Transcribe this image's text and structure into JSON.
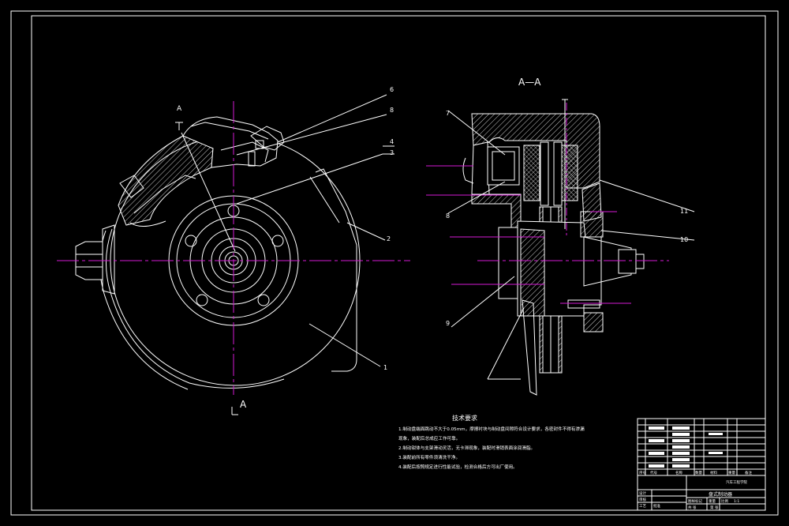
{
  "drawing": {
    "section_title": "A—A",
    "section_mark": "A",
    "section_mark_top": "A",
    "balloons": [
      "6",
      "8",
      "4",
      "3",
      "2",
      "1",
      "7",
      "8",
      "9",
      "11",
      "10"
    ],
    "colors": {
      "background": "#000000",
      "lines": "#ffffff",
      "center_lines": "#d41ad4"
    }
  },
  "tech_requirements": {
    "heading": "技术要求",
    "items": [
      "1.制动盘端面跳动不大于0.05mm，摩擦衬块与制动盘间隙符合设计要求，各密封件不得有渗漏",
      "现象，装配后总成应工作可靠。",
      "2.制动钳体与支架滑动灵活，无卡滞现象，装配时滑销表面涂润滑脂。",
      "3.装配前所有零件须清洗干净。",
      "4.装配后按照规定进行性能试验，检测合格后方可出厂使用。"
    ]
  },
  "title_block": {
    "drawing_name": "盘式制动器",
    "header_cells": [
      "序号",
      "代号",
      "名称",
      "数量",
      "材料",
      "重量",
      "备注"
    ],
    "sign_cells": [
      "设计",
      "审核",
      "工艺",
      "批准"
    ],
    "info_cells": [
      "图样标记",
      "重量",
      "比例",
      "1:1",
      "共 张",
      "第 张"
    ],
    "company": "汽车工程学院"
  }
}
